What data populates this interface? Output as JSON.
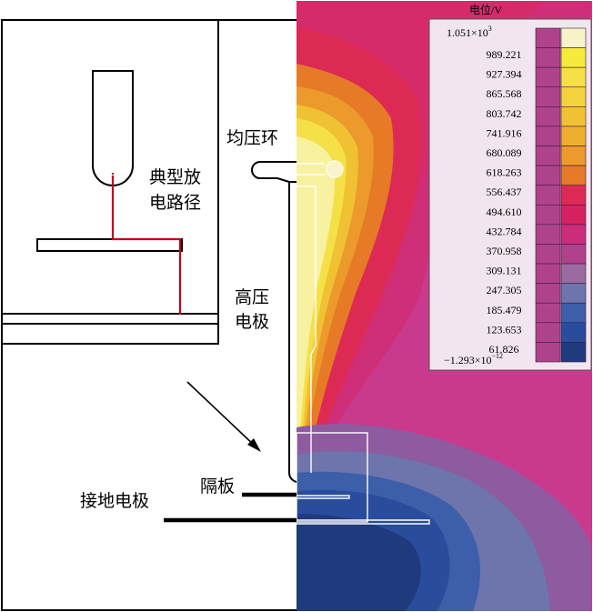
{
  "labels": {
    "equalizer_ring": "均压环",
    "discharge_path_line1": "典型放",
    "discharge_path_line2": "电路径",
    "hv_electrode_line1": "高压",
    "hv_electrode_line2": "电极",
    "barrier": "隔板",
    "ground_electrode": "接地电极"
  },
  "legend": {
    "title": "电位/V",
    "top_value": {
      "mantissa": "1.051×10",
      "exponent": "3"
    },
    "values": [
      "989.221",
      "927.394",
      "865.568",
      "803.742",
      "741.916",
      "680.089",
      "618.263",
      "556.437",
      "494.610",
      "432.784",
      "370.958",
      "309.131",
      "247.305",
      "185.479",
      "123.653",
      "61.826"
    ],
    "bottom_value": {
      "mantissa": "−1.293×10",
      "exponent": "−12"
    },
    "colors": [
      "#f8f3c8",
      "#f6ea3a",
      "#f5e047",
      "#f3d33b",
      "#f0c233",
      "#eeaf2f",
      "#eb9a2b",
      "#e67a26",
      "#dd2a55",
      "#d52162",
      "#cc2c7c",
      "#b0428c",
      "#9a6aa0",
      "#6e74ac",
      "#3d5ea8",
      "#2a4c9c",
      "#203a7e"
    ]
  },
  "colors": {
    "outline": "#000000",
    "discharge_path": "#c0001a",
    "field_background": "#c93a8c"
  }
}
